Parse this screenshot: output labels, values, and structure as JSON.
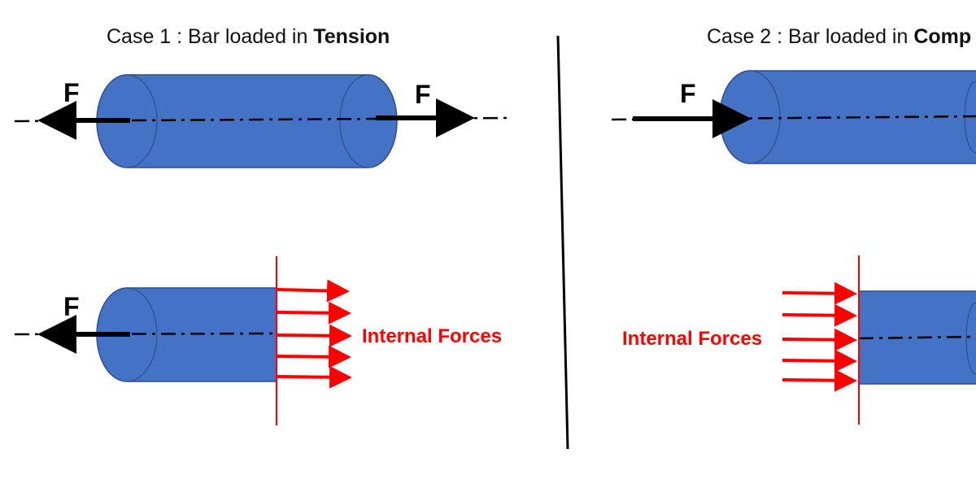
{
  "case1": {
    "title_prefix": "Case 1 : Bar loaded in ",
    "title_bold": "Tension",
    "force_label_left": "F",
    "force_label_right": "F",
    "section_force_label": "F",
    "internal_label": "Internal Forces"
  },
  "case2": {
    "title_prefix": "Case 2 : Bar loaded in ",
    "title_bold": "Comp",
    "force_label_left": "F",
    "internal_label": "Internal Forces"
  },
  "colors": {
    "bar_fill": "#4472C4",
    "bar_stroke": "#2F4F8F",
    "internal_force": "#FF0000",
    "force_arrow": "#000000"
  }
}
